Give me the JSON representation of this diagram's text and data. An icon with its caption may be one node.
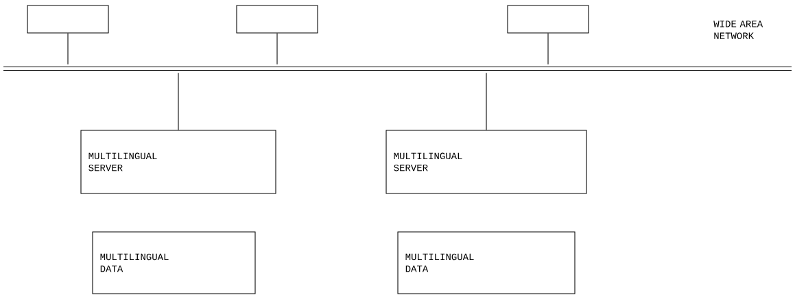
{
  "diagram": {
    "nodes": [
      {
        "text": [],
        "shape": "box"
      },
      {
        "text": [],
        "shape": "box"
      },
      {
        "text": [],
        "shape": "box"
      },
      {
        "text": [],
        "shape": "bar"
      },
      {
        "text": [
          "MULTILINGUAL SERVER"
        ]
      },
      {
        "text": [
          "MULTILINGUAL SERVER"
        ]
      },
      {
        "text": [
          "MULTILINGUAL DATA"
        ]
      },
      {
        "text": [
          "MULTILINGUAL DATA"
        ]
      }
    ],
    "edges": [
      {
        "from": 0,
        "to": 3,
        "arrow": "none"
      },
      {
        "from": 1,
        "to": 3,
        "arrow": "none"
      },
      {
        "from": 2,
        "to": 3,
        "arrow": "none"
      },
      {
        "from": 3,
        "to": 4,
        "arrow": "none"
      },
      {
        "from": 3,
        "to": 5,
        "arrow": "none"
      }
    ],
    "labels": [
      "WIDE AREA NETWORK"
    ]
  }
}
